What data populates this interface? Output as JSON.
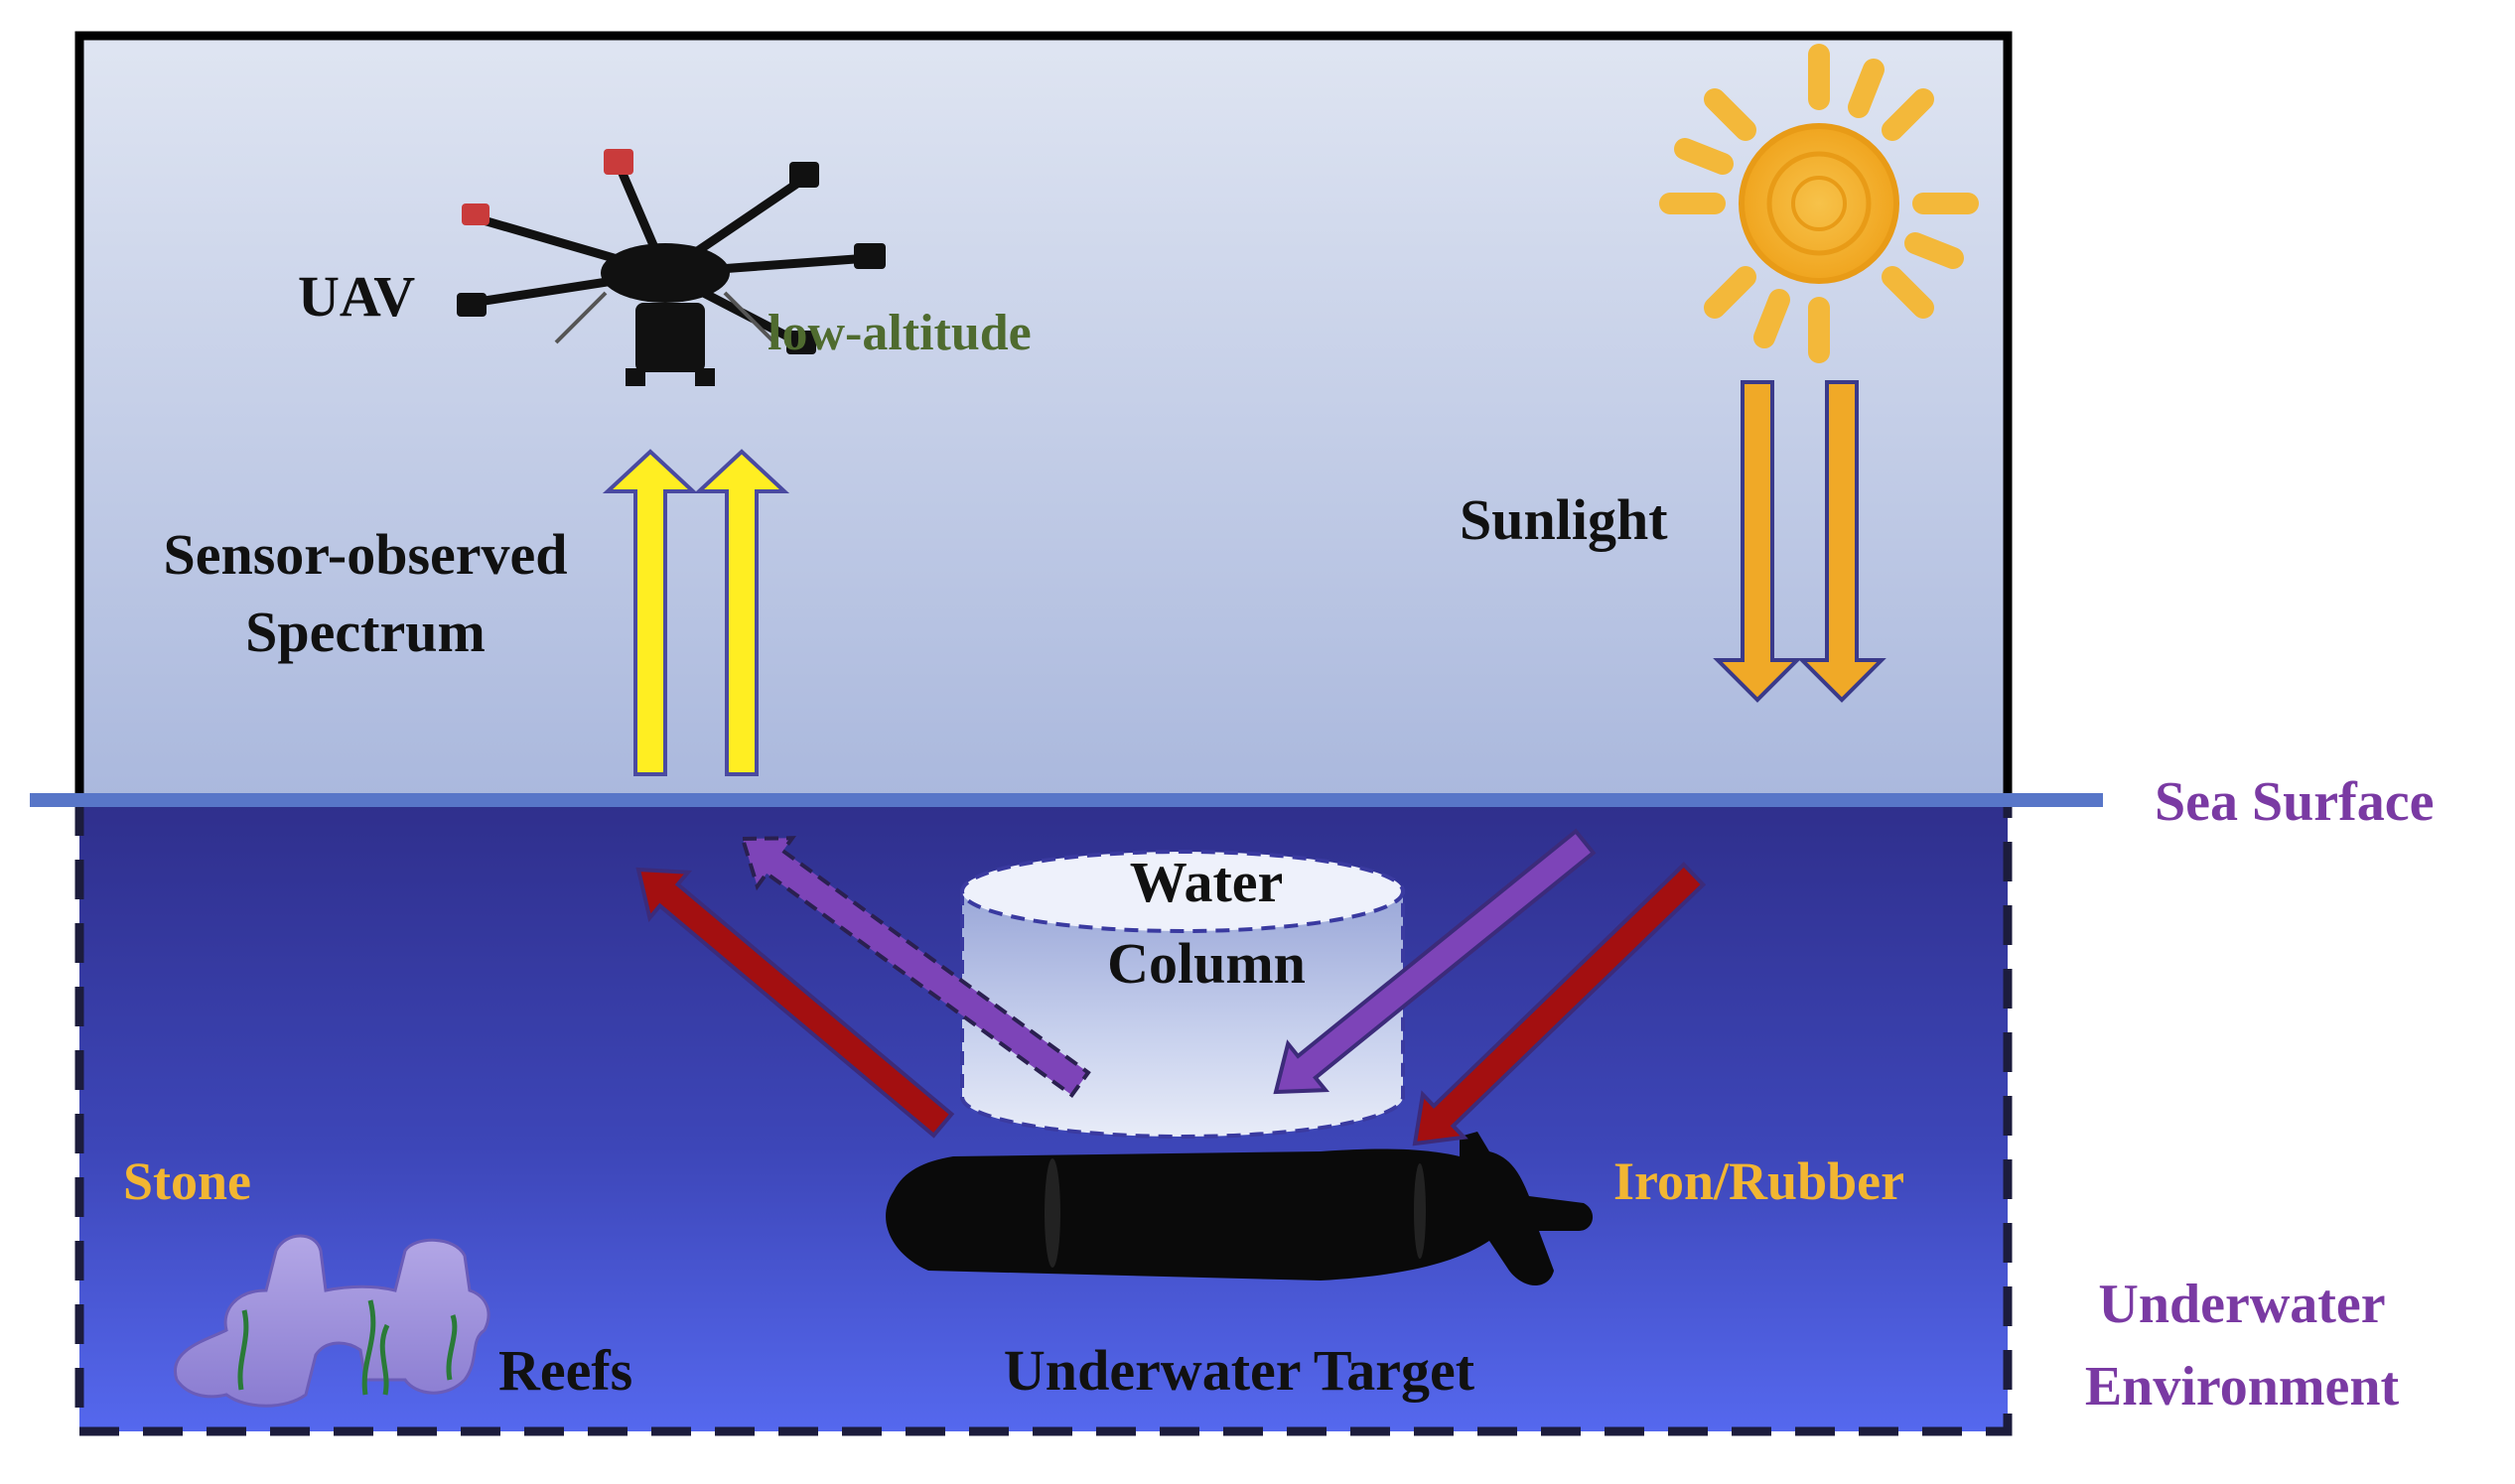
{
  "labels": {
    "uav": "UAV",
    "low_altitude": "low-altitude",
    "sensor_spectrum_line1": "Sensor-observed",
    "sensor_spectrum_line2": "Spectrum",
    "sunlight": "Sunlight",
    "sea_surface": "Sea Surface",
    "water_column_line1": "Water",
    "water_column_line2": "Column",
    "stone": "Stone",
    "iron_rubber": "Iron/Rubber",
    "reefs": "Reefs",
    "underwater_target": "Underwater Target",
    "underwater_env_line1": "Underwater",
    "underwater_env_line2": "Environment"
  },
  "colors": {
    "black_label": "#111111",
    "low_altitude": "#4f6b2f",
    "sea_surface": "#7a3aa3",
    "stone_iron": "#f2b632",
    "underwater_env": "#7a3aa3",
    "yellow_arrow": "#ffee22",
    "orange_arrow": "#f0a927",
    "purple_arrow": "#7d44b8",
    "red_arrow": "#a30f10",
    "air_top": "#dfe5f2",
    "air_bottom": "#aab8dd",
    "water_top": "#2f2f8c",
    "water_bottom": "#5568ee"
  },
  "icons": {
    "uav": "drone-icon",
    "sun": "sun-icon",
    "reef": "reef-icon",
    "target": "torpedo-target-icon",
    "water": "water-column-cylinder"
  }
}
